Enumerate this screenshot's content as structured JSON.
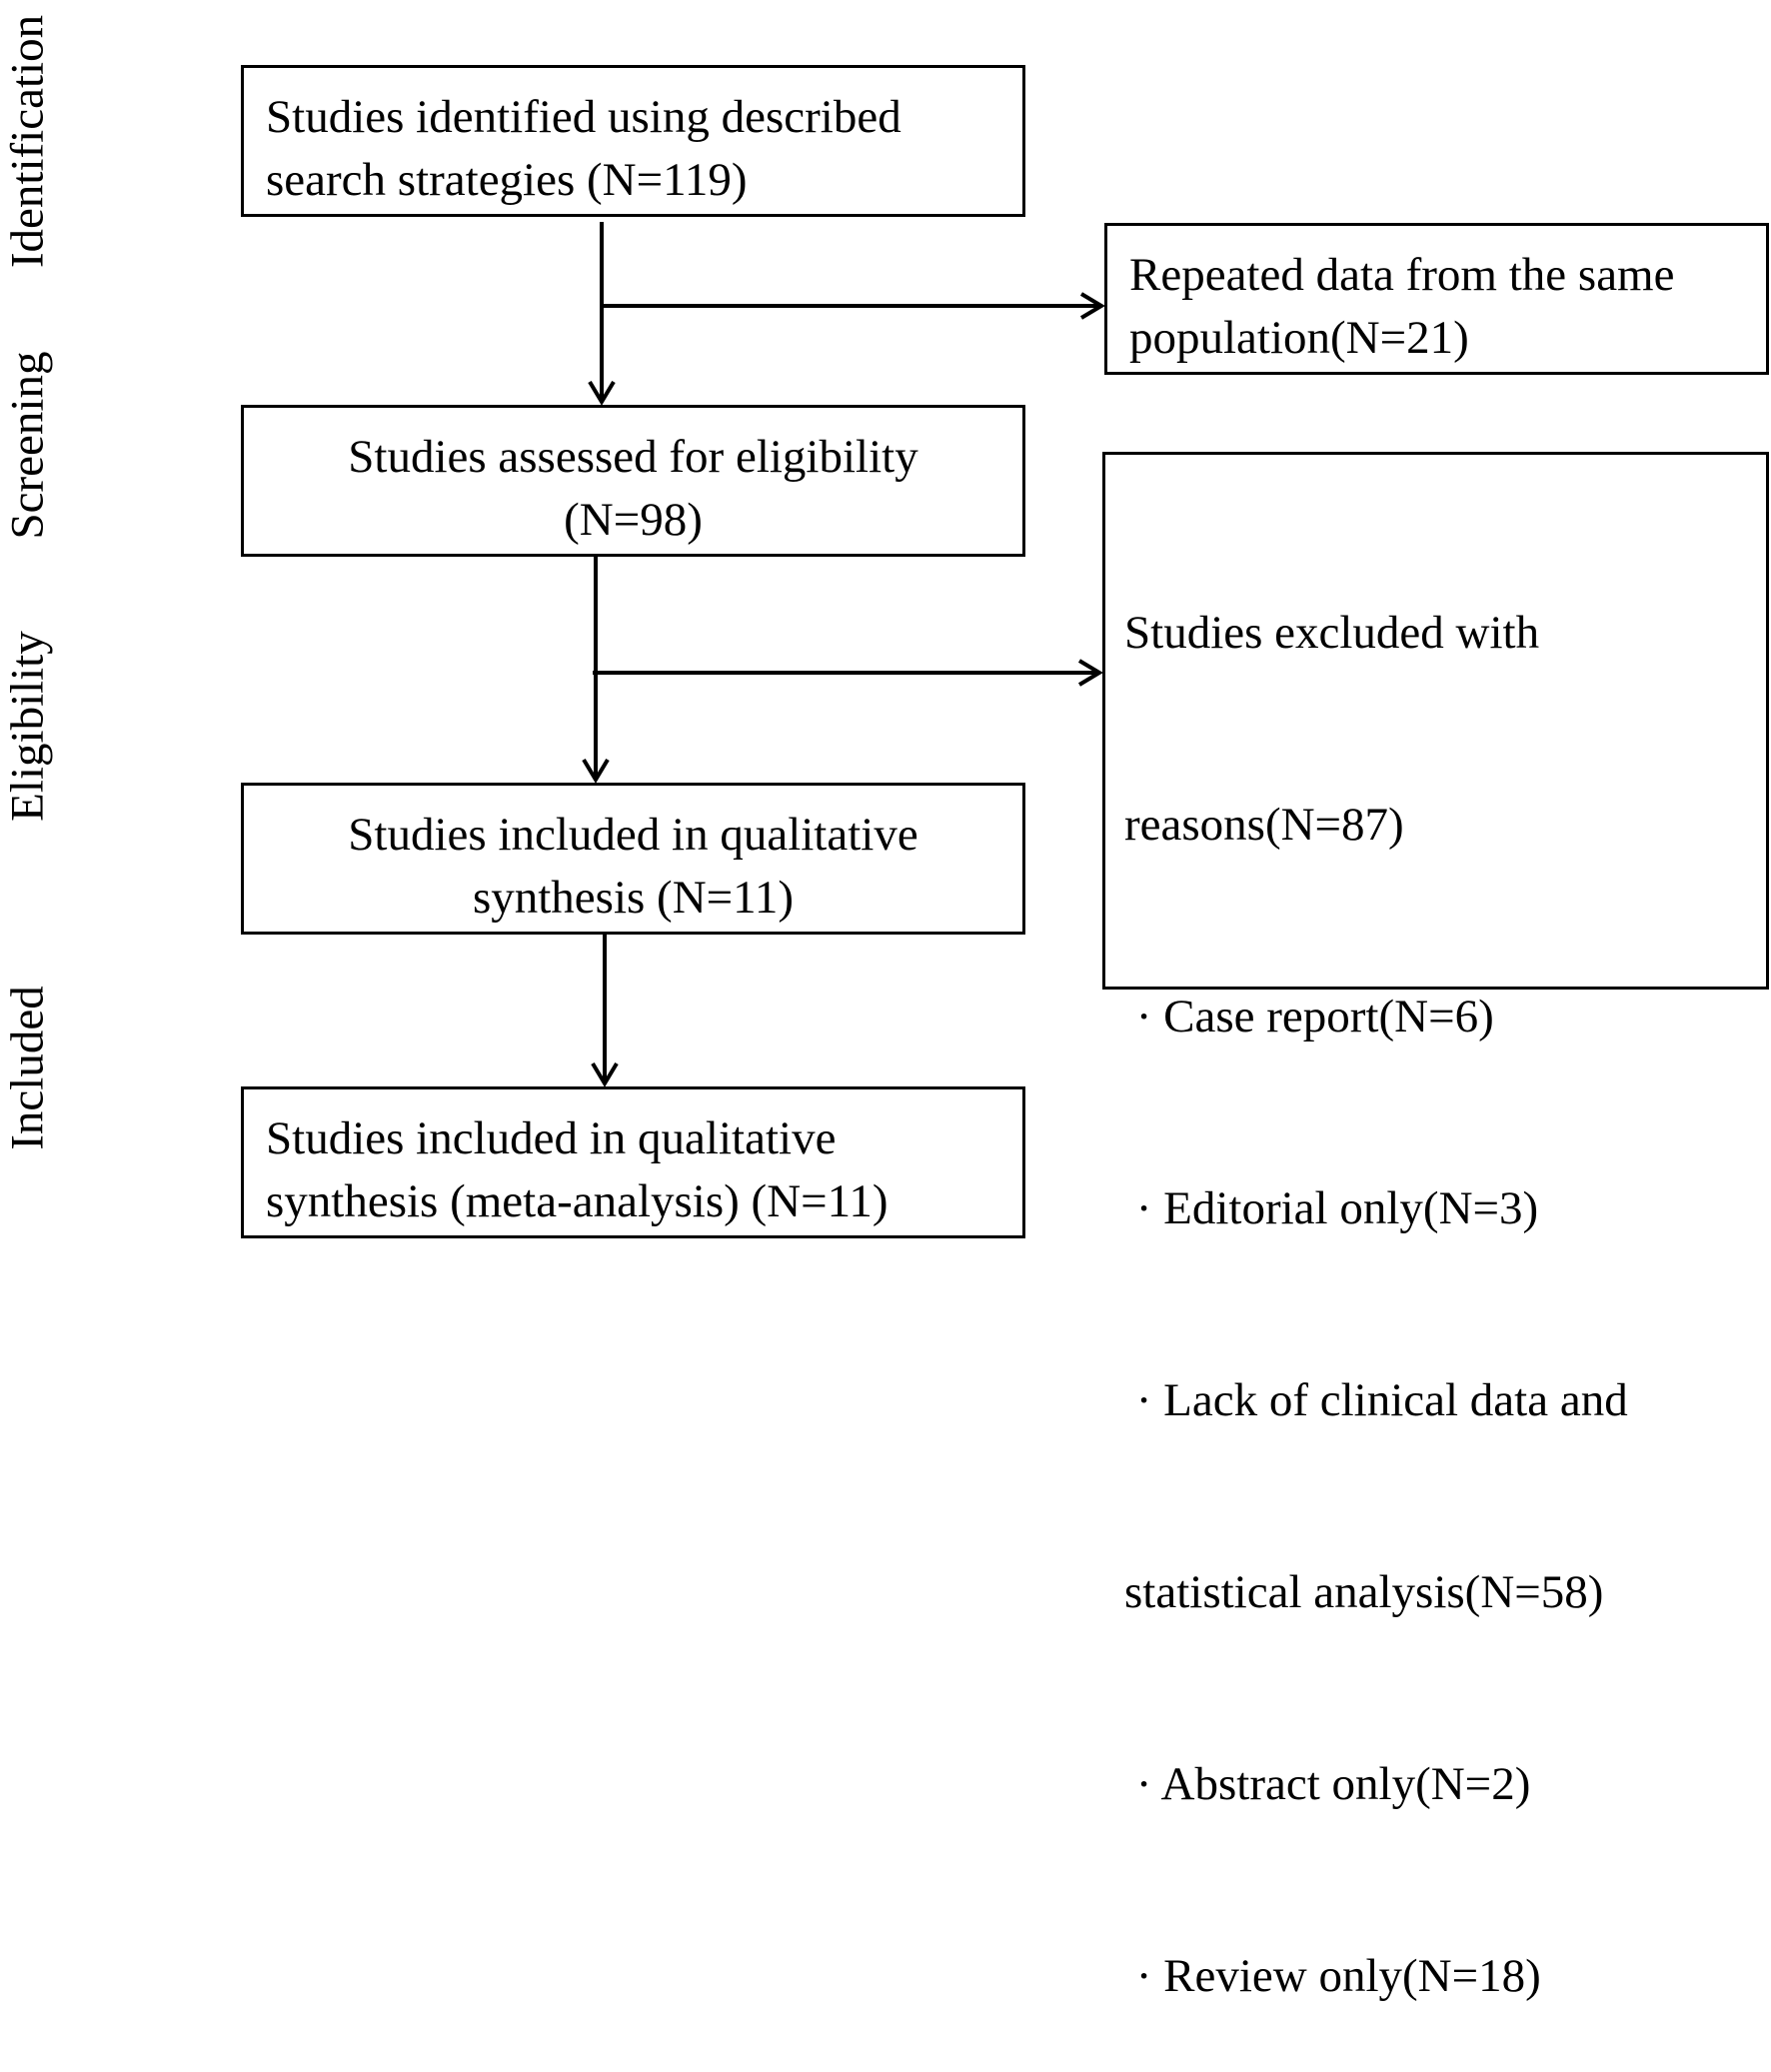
{
  "stages": {
    "identification": "Identification",
    "screening": "Screening",
    "eligibility": "Eligibility",
    "included": "Included"
  },
  "boxes": {
    "identified": {
      "lines": [
        "Studies identified using described",
        "search strategies (N=119)"
      ]
    },
    "repeated": {
      "lines": [
        "Repeated data from the same",
        "population(N=21)"
      ]
    },
    "assessed": {
      "lines": [
        "Studies assessed for eligibility",
        "(N=98)"
      ]
    },
    "excluded": {
      "lines": [
        "Studies excluded with",
        "reasons(N=87)",
        " · Case report(N=6)",
        " · Editorial only(N=3)",
        " · Lack of clinical data and",
        "statistical analysis(N=58)",
        " · Abstract only(N=2)",
        " · Review only(N=18)"
      ]
    },
    "qualitative": {
      "lines": [
        "Studies included in qualitative",
        "synthesis (N=11)"
      ]
    },
    "meta": {
      "lines": [
        "Studies included in qualitative",
        "synthesis (meta-analysis) (N=11)"
      ]
    }
  }
}
